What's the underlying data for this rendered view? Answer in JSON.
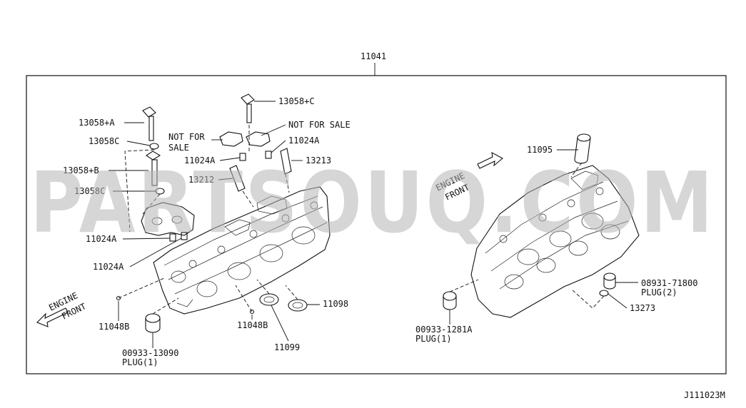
{
  "diagram": {
    "assembly_number": "11041",
    "drawing_code": "J111023M",
    "watermark": "PARTSOUQ.COM",
    "labels": {
      "p13058a": "13058+A",
      "p13058c_top": "13058+C",
      "p13058c_washer": "13058C",
      "p13058b": "13058+B",
      "p13058c_washer2": "13058C",
      "not_for_sale_1a": "NOT FOR",
      "not_for_sale_1b": "SALE",
      "not_for_sale_2": "NOT FOR SALE",
      "p11024a_1": "11024A",
      "p11024a_2": "11024A",
      "p11024a_3": "11024A",
      "p11024a_4": "11024A",
      "p13213": "13213",
      "p13212": "13212",
      "p11095": "11095",
      "p11098": "11098",
      "p11099": "11099",
      "p11048b_1": "11048B",
      "p11048b_2": "11048B",
      "plug1_num": "00933-13090",
      "plug1_name": "PLUG(1)",
      "plug2_num": "00933-1281A",
      "plug2_name": "PLUG(1)",
      "plug3_num": "08931-71800",
      "plug3_name": "PLUG(2)",
      "p13273": "13273",
      "engine_front_left_1": "ENGINE",
      "engine_front_left_2": "FRONT",
      "engine_front_right_1": "ENGINE",
      "engine_front_right_2": "FRONT"
    }
  }
}
